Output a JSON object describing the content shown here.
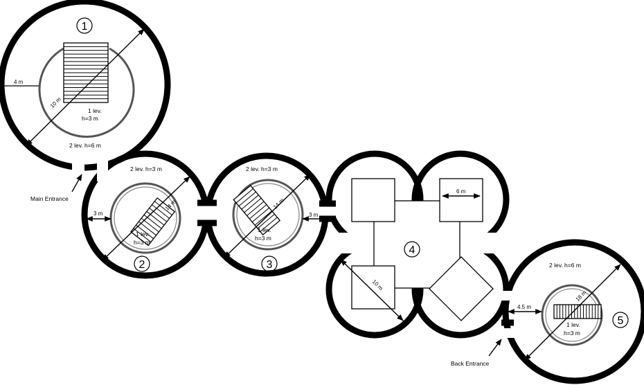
{
  "rooms": [
    {
      "number": "1",
      "diameter": "10 m",
      "inner_radius_label": "4 m",
      "inner_level": "1 lev.",
      "inner_height": "h=3 m",
      "outer_level": "2 lev. h=6 m"
    },
    {
      "number": "2",
      "diameter": "14 m",
      "top_level": "2 lev. h=3 m",
      "gap_label": "3 m",
      "inner_level": "1 lev.",
      "inner_height": "h=3 m"
    },
    {
      "number": "3",
      "diameter": "14 m",
      "top_level": "2 lev. h=3 m",
      "gap_label": "3 m",
      "inner_level": "1 lev.",
      "inner_height": "h=3 m"
    },
    {
      "number": "4",
      "square_side": "6 m",
      "diagonal": "10 m"
    },
    {
      "number": "5",
      "diameter": "18 m",
      "top_level": "2 lev. h=6 m",
      "gap_label": "4.5 m",
      "inner_level": "1 lev.",
      "inner_height": "h=3 m"
    }
  ],
  "entrances": {
    "main": "Main Entrance",
    "back": "Back Entrance"
  }
}
